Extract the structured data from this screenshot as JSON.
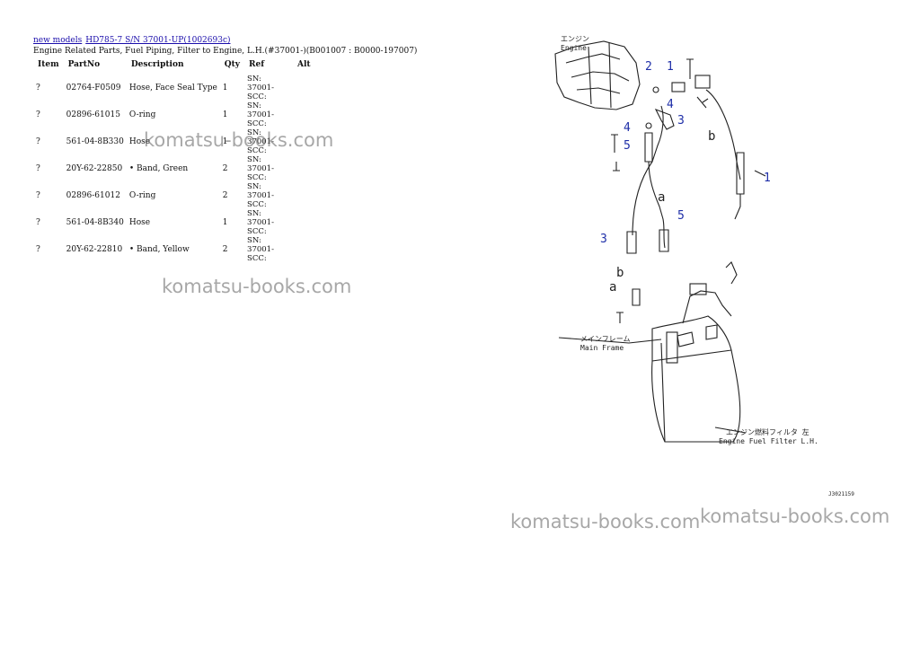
{
  "breadcrumb": {
    "link1": "new models",
    "link2": "HD785-7 S/N 37001-UP(1002693c)"
  },
  "subtitle": "Engine Related Parts, Fuel Piping, Filter to Engine, L.H.(#37001-)(B001007 : B0000-197007)",
  "table": {
    "headers": [
      "Item",
      "PartNo",
      "Description",
      "Qty",
      "Ref",
      "Alt"
    ],
    "rows": [
      {
        "item": "?",
        "partno": "02764-F0509",
        "desc": "Hose, Face Seal Type",
        "qty": "1",
        "ref": "SN: 37001-SCC:"
      },
      {
        "item": "?",
        "partno": "02896-61015",
        "desc": "O-ring",
        "qty": "1",
        "ref": "SN: 37001-SCC:"
      },
      {
        "item": "?",
        "partno": "561-04-8B330",
        "desc": "Hose",
        "qty": "1",
        "ref": "SN: 37001-SCC:"
      },
      {
        "item": "?",
        "partno": "20Y-62-22850",
        "desc": "• Band, Green",
        "qty": "2",
        "ref": "SN: 37001-SCC:"
      },
      {
        "item": "?",
        "partno": "02896-61012",
        "desc": "O-ring",
        "qty": "2",
        "ref": "SN: 37001-SCC:"
      },
      {
        "item": "?",
        "partno": "561-04-8B340",
        "desc": "Hose",
        "qty": "1",
        "ref": "SN: 37001-SCC:"
      },
      {
        "item": "?",
        "partno": "20Y-62-22810",
        "desc": "• Band, Yellow",
        "qty": "2",
        "ref": "SN: 37001-SCC:"
      }
    ]
  },
  "watermark": "komatsu-books.com",
  "diagram": {
    "engine_jp": "エンジン",
    "engine_en": "Engine",
    "frame_jp": "メインフレーム",
    "frame_en": "Main Frame",
    "filter_jp": "エンジン燃料フィルタ 左",
    "filter_en": "Engine Fuel Filter L.H.",
    "figure_code": "J3021159",
    "callouts": [
      "1",
      "2",
      "3",
      "4",
      "5",
      "a",
      "b"
    ],
    "callout_color": "#1f2fa8"
  }
}
